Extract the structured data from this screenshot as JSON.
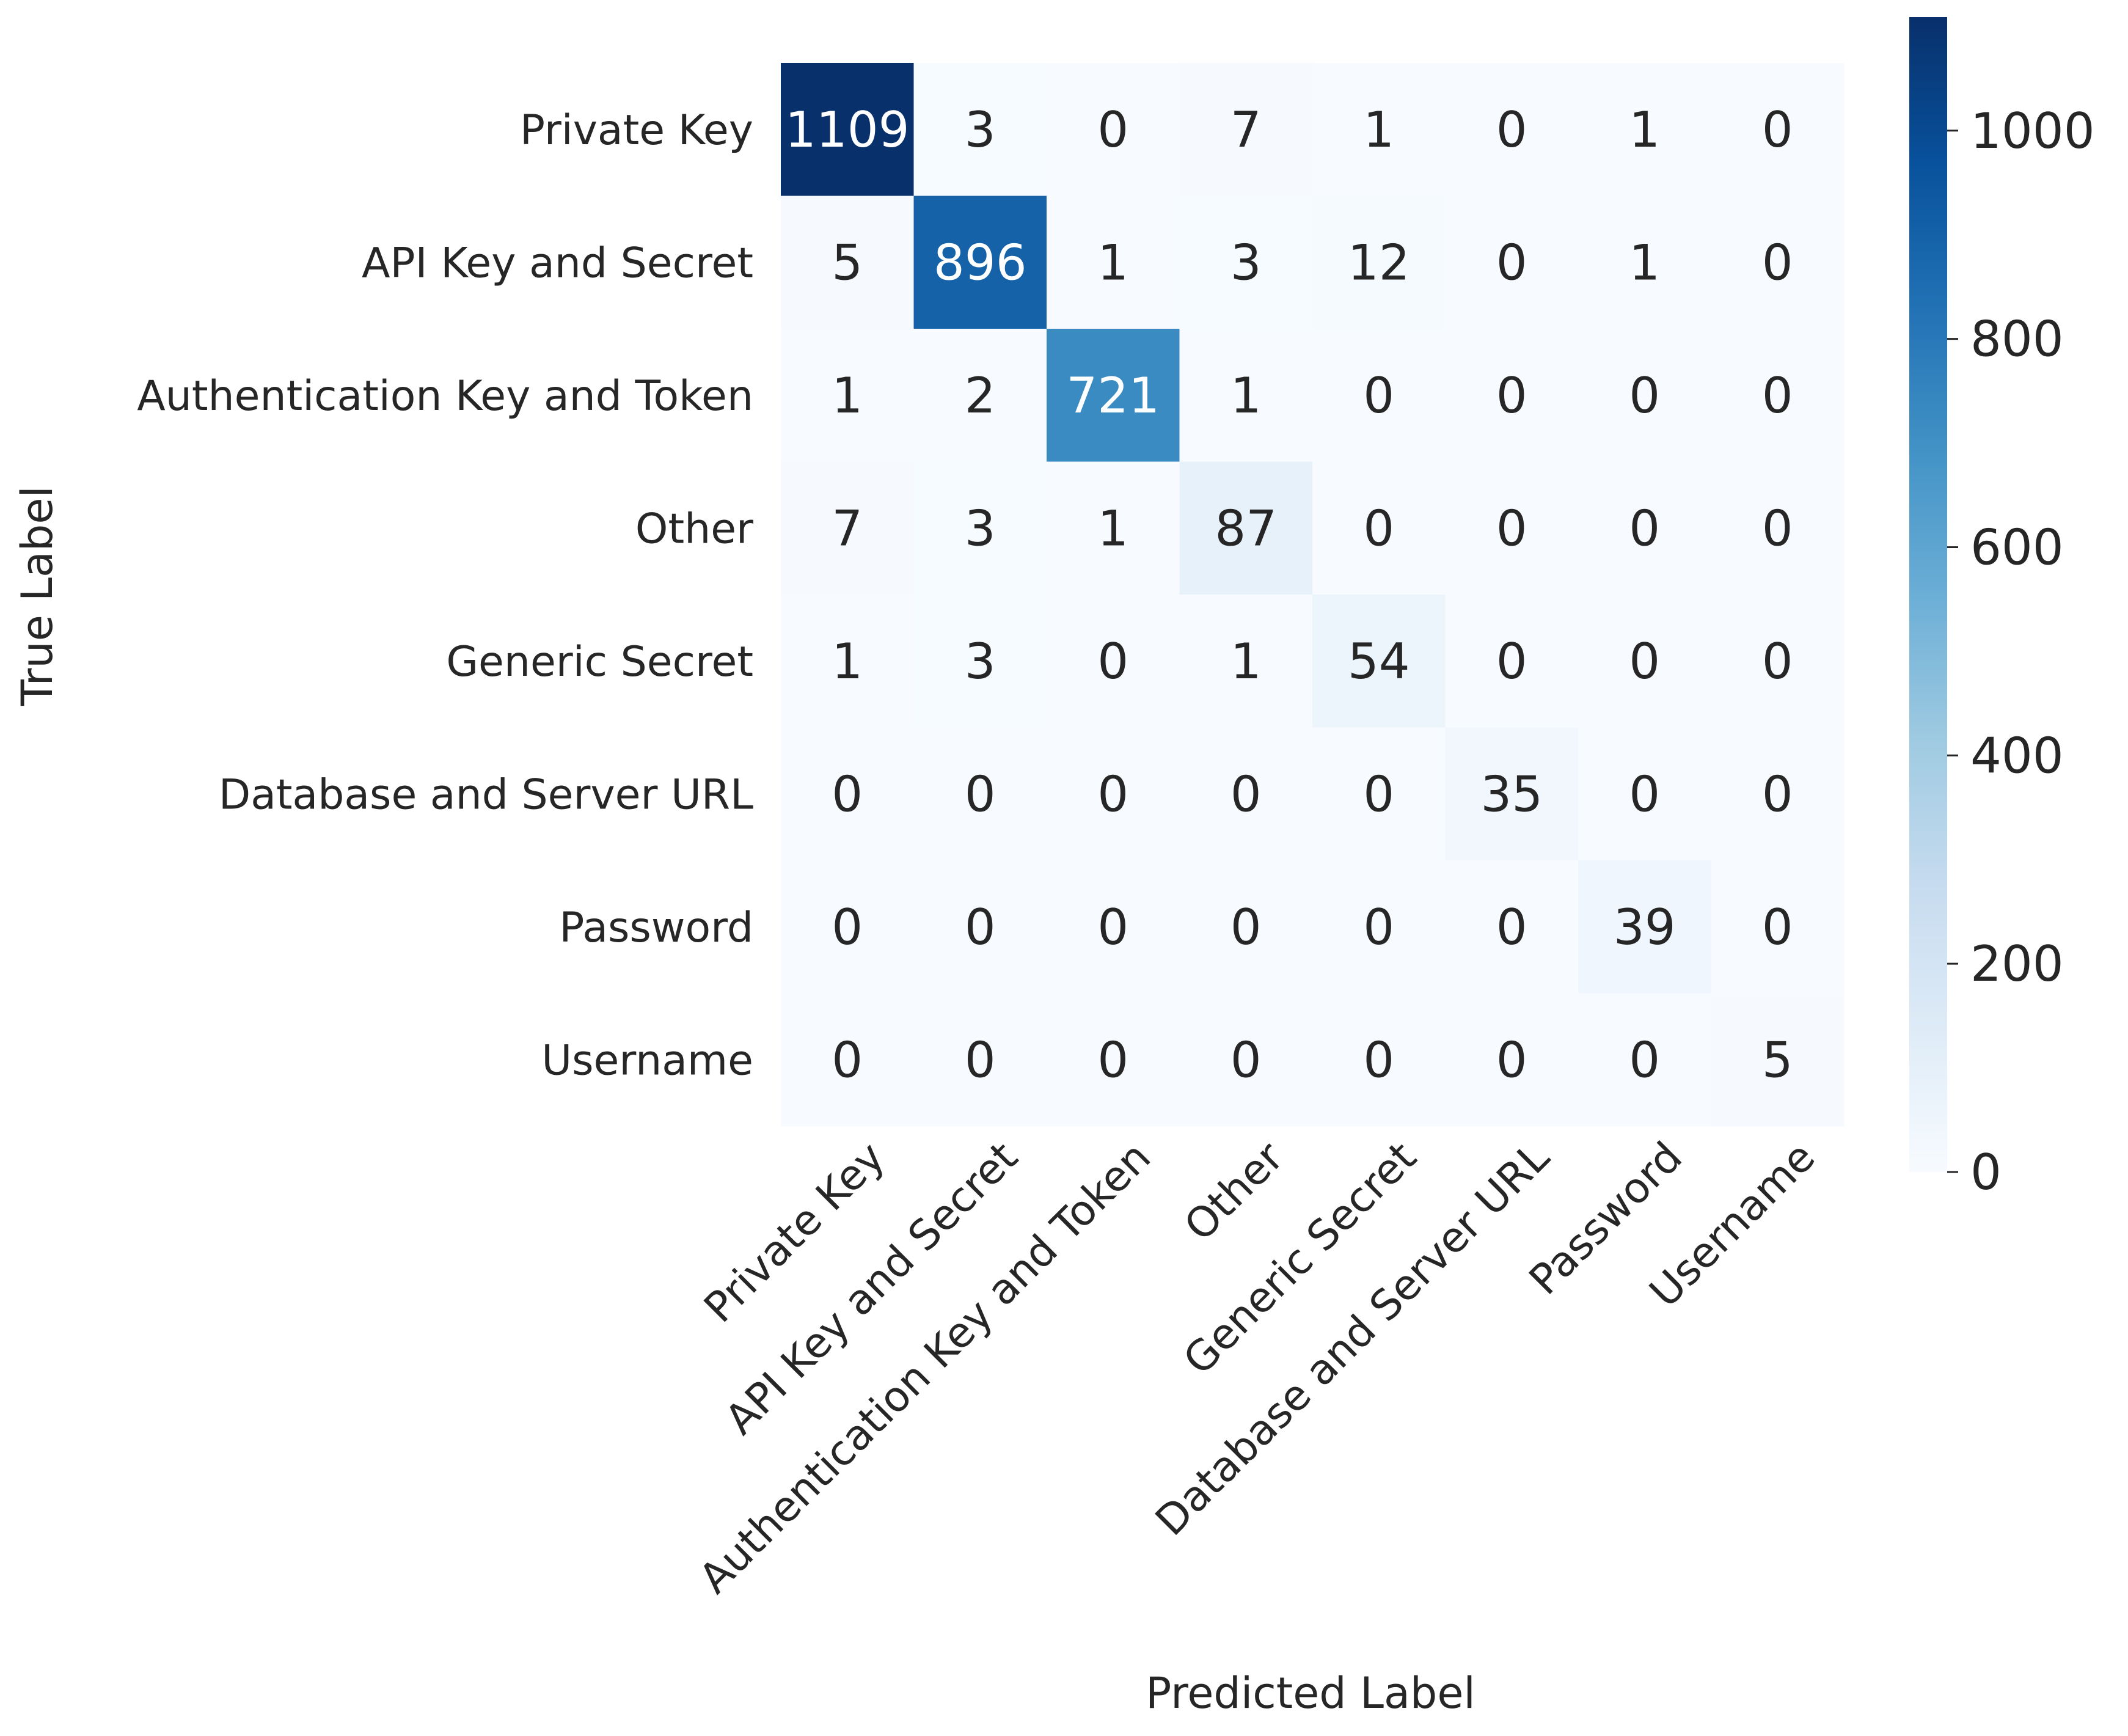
{
  "chart_data": {
    "type": "heatmap",
    "title": "",
    "xlabel": "Predicted Label",
    "ylabel": "True Label",
    "x_categories": [
      "Private Key",
      "API Key and Secret",
      "Authentication Key and Token",
      "Other",
      "Generic Secret",
      "Database and Server URL",
      "Password",
      "Username"
    ],
    "y_categories": [
      "Private Key",
      "API Key and Secret",
      "Authentication Key and Token",
      "Other",
      "Generic Secret",
      "Database and Server URL",
      "Password",
      "Username"
    ],
    "values": [
      [
        1109,
        3,
        0,
        7,
        1,
        0,
        1,
        0
      ],
      [
        5,
        896,
        1,
        3,
        12,
        0,
        1,
        0
      ],
      [
        1,
        2,
        721,
        1,
        0,
        0,
        0,
        0
      ],
      [
        7,
        3,
        1,
        87,
        0,
        0,
        0,
        0
      ],
      [
        1,
        3,
        0,
        1,
        54,
        0,
        0,
        0
      ],
      [
        0,
        0,
        0,
        0,
        0,
        35,
        0,
        0
      ],
      [
        0,
        0,
        0,
        0,
        0,
        0,
        39,
        0
      ],
      [
        0,
        0,
        0,
        0,
        0,
        0,
        0,
        5
      ]
    ],
    "colormap": "Blues",
    "value_range": [
      0,
      1109
    ],
    "colorbar_ticks": [
      0,
      200,
      400,
      600,
      800,
      1000
    ],
    "annotated": true,
    "grid": false
  }
}
